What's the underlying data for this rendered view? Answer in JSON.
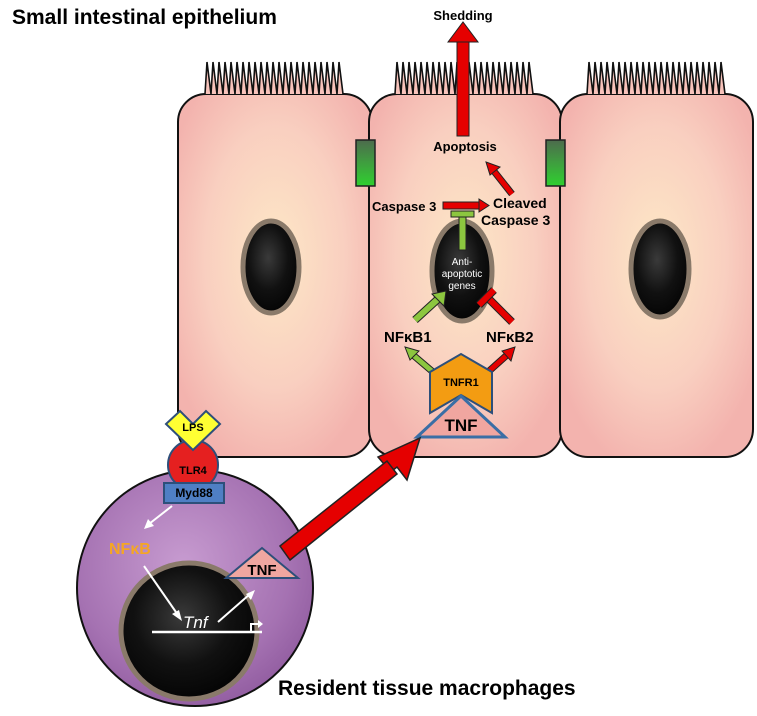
{
  "titles": {
    "epithelium": "Small intestinal epithelium",
    "macrophages": "Resident tissue macrophages"
  },
  "labels": {
    "shedding": "Shedding",
    "apoptosis": "Apoptosis",
    "caspase3": "Caspase 3",
    "cleaved_line1": "Cleaved",
    "cleaved_line2": "Caspase 3",
    "anti_line1": "Anti-",
    "anti_line2": "apoptotic",
    "anti_line3": "genes",
    "nfkb1": "NFκB1",
    "nfkb2": "NFκB2",
    "tnfr1": "TNFR1",
    "tnf_cell": "TNF",
    "lps": "LPS",
    "tlr4": "TLR4",
    "myd88": "Myd88",
    "nfkb": "NFκB",
    "tnf_macrophage": "TNF",
    "tnf_gene": "Tnf"
  },
  "colors": {
    "cell_fill": "#f7c2bb",
    "cell_center": "#fce8c8",
    "nucleus": "#0a0a0a",
    "nucleus_rim": "#8a7a6a",
    "junction": "#3fb63f",
    "red_arrow": "#e50000",
    "green_arrow": "#8cc63f",
    "tnfr1": "#f39c12",
    "tnf": "#f0a6a0",
    "lps": "#ffff33",
    "tlr4": "#e52020",
    "myd88": "#4f7fc4",
    "macrophage": "#9b5fa8",
    "nfkb_text": "#f5a623"
  }
}
